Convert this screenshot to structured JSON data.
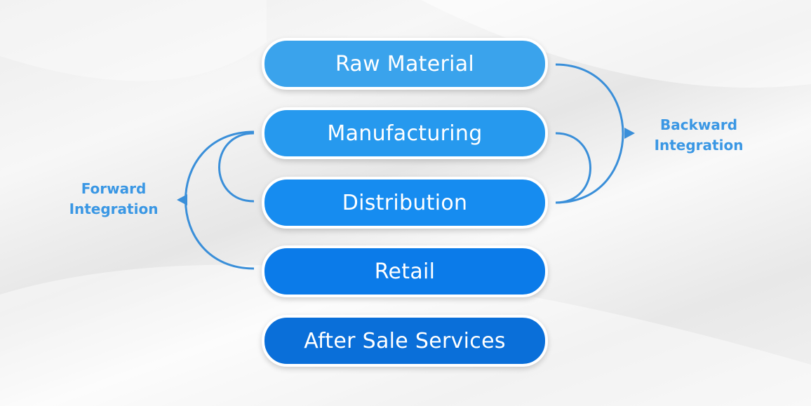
{
  "stages": [
    {
      "label": "Raw Material",
      "color": "#3aa3ec"
    },
    {
      "label": "Manufacturing",
      "color": "#2699ee"
    },
    {
      "label": "Distribution",
      "color": "#168cf0"
    },
    {
      "label": "Retail",
      "color": "#0b7be9"
    },
    {
      "label": "After Sale Services",
      "color": "#0a6fd9"
    }
  ],
  "backward": {
    "line1": "Backward",
    "line2": "Integration"
  },
  "forward": {
    "line1": "Forward",
    "line2": "Integration"
  },
  "line_color": "#3a8fd9"
}
